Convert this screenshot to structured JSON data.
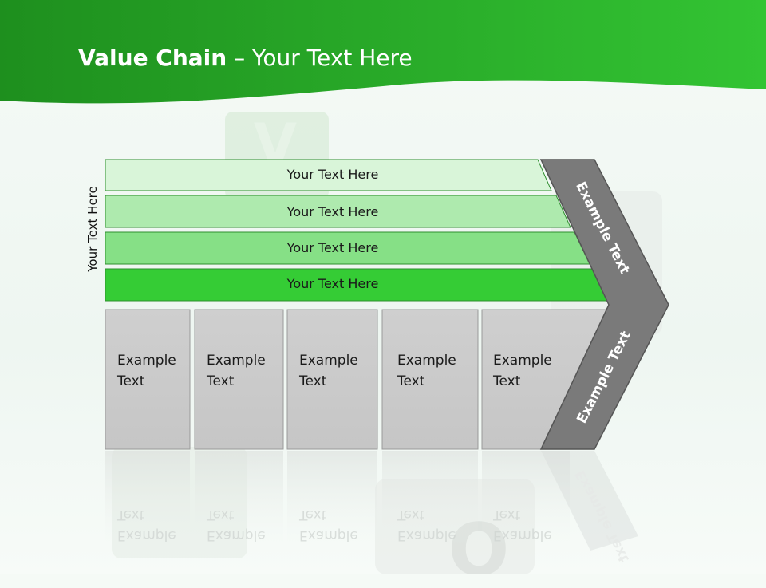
{
  "slide": {
    "title_bold": "Value Chain",
    "title_rest": " – Your Text Here",
    "side_label": "Your Text Here",
    "bands": [
      {
        "label": "Your Text Here",
        "color": "#d9f5d9"
      },
      {
        "label": "Your Text Here",
        "color": "#aeeaae"
      },
      {
        "label": "Your Text Here",
        "color": "#86e086"
      },
      {
        "label": "Your Text Here",
        "color": "#35cc35"
      }
    ],
    "boxes": [
      {
        "line1": "Example",
        "line2": "Text"
      },
      {
        "line1": "Example",
        "line2": "Text"
      },
      {
        "line1": "Example",
        "line2": "Text"
      },
      {
        "line1": "Example",
        "line2": "Text"
      },
      {
        "line1": "Example",
        "line2": "Text"
      }
    ],
    "chevron_top_label": "Example Text",
    "chevron_bottom_label": "Example Text",
    "colors": {
      "header_green": "#2eb82e",
      "box_gray": "#cccccc",
      "chevron_gray": "#777777"
    }
  }
}
